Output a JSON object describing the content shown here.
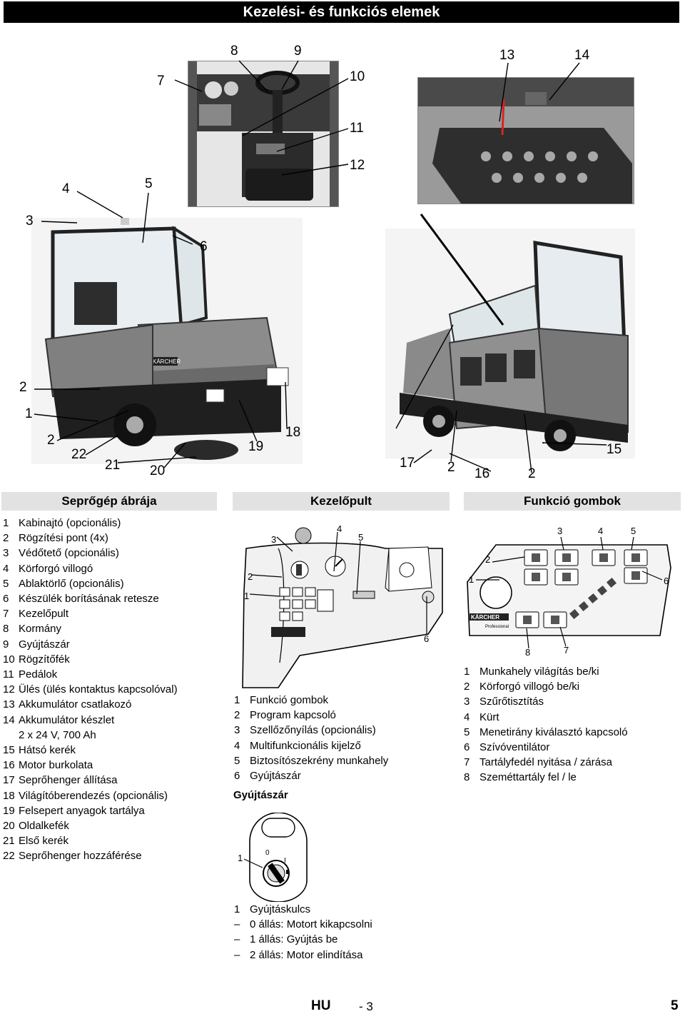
{
  "title": "Kezelési- és funkciós elemek",
  "callouts_top": {
    "c1": "1",
    "c2a": "2",
    "c2b": "2",
    "c2c": "2",
    "c2d": "2",
    "c3": "3",
    "c4": "4",
    "c5": "5",
    "c6": "6",
    "c7": "7",
    "c8": "8",
    "c9": "9",
    "c10": "10",
    "c11": "11",
    "c12": "12",
    "c13": "13",
    "c14": "14",
    "c15": "15",
    "c16": "16",
    "c17": "17",
    "c18": "18",
    "c19": "19",
    "c20": "20",
    "c21": "21",
    "c22": "22"
  },
  "sections": {
    "machine": {
      "header": "Seprőgép ábrája",
      "items": [
        {
          "n": "1",
          "t": "Kabinajtó (opcionális)"
        },
        {
          "n": "2",
          "t": "Rögzítési pont (4x)"
        },
        {
          "n": "3",
          "t": "Védőtető (opcionális)"
        },
        {
          "n": "4",
          "t": "Körforgó villogó"
        },
        {
          "n": "5",
          "t": "Ablaktörlő (opcionális)"
        },
        {
          "n": "6",
          "t": "Készülék borításának retesze"
        },
        {
          "n": "7",
          "t": "Kezelőpult"
        },
        {
          "n": "8",
          "t": "Kormány"
        },
        {
          "n": "9",
          "t": "Gyújtászár"
        },
        {
          "n": "10",
          "t": "Rögzítőfék"
        },
        {
          "n": "11",
          "t": "Pedálok"
        },
        {
          "n": "12",
          "t": "Ülés (ülés kontaktus kapcsolóval)"
        },
        {
          "n": "13",
          "t": "Akkumulátor csatlakozó"
        },
        {
          "n": "14",
          "t": "Akkumulátor készlet"
        },
        {
          "n": "",
          "t": "2 x 24 V, 700 Ah"
        },
        {
          "n": "15",
          "t": "Hátsó kerék"
        },
        {
          "n": "16",
          "t": "Motor burkolata"
        },
        {
          "n": "17",
          "t": "Seprőhenger állítása"
        },
        {
          "n": "18",
          "t": "Világítóberendezés (opcionális)"
        },
        {
          "n": "19",
          "t": "Felsepert anyagok tartálya"
        },
        {
          "n": "20",
          "t": "Oldalkefék"
        },
        {
          "n": "21",
          "t": "Első kerék"
        },
        {
          "n": "22",
          "t": "Seprőhenger hozzáférése"
        }
      ]
    },
    "panel": {
      "header": "Kezelőpult",
      "callouts": {
        "p1": "1",
        "p2": "2",
        "p3": "3",
        "p4": "4",
        "p5": "5",
        "p6": "6"
      },
      "items": [
        {
          "n": "1",
          "t": "Funkció gombok"
        },
        {
          "n": "2",
          "t": "Program kapcsoló"
        },
        {
          "n": "3",
          "t": "Szellőzőnyílás (opcionális)"
        },
        {
          "n": "4",
          "t": "Multifunkcionális kijelző"
        },
        {
          "n": "5",
          "t": "Biztosítószekrény munkahely"
        },
        {
          "n": "6",
          "t": "Gyújtászár"
        }
      ],
      "ignition_heading": "Gyújtászár",
      "ignition_callout": "1",
      "ignition_marks": {
        "m0": "0",
        "m1": "I"
      },
      "ignition_items": [
        {
          "n": "1",
          "t": "Gyújtáskulcs"
        },
        {
          "n": "–",
          "t": "0 állás: Motort kikapcsolni"
        },
        {
          "n": "–",
          "t": "1 állás: Gyújtás be"
        },
        {
          "n": "–",
          "t": "2 állás: Motor elindítása"
        }
      ]
    },
    "buttons": {
      "header": "Funkció gombok",
      "callouts": {
        "b1": "1",
        "b2": "2",
        "b3": "3",
        "b4": "4",
        "b5": "5",
        "b6": "6",
        "b7": "7",
        "b8": "8"
      },
      "brand": "KÄRCHER",
      "brand_sub": "Professional",
      "items": [
        {
          "n": "1",
          "t": "Munkahely világítás be/ki"
        },
        {
          "n": "2",
          "t": "Körforgó villogó be/ki"
        },
        {
          "n": "3",
          "t": "Szűrőtisztítás"
        },
        {
          "n": "4",
          "t": "Kürt"
        },
        {
          "n": "5",
          "t": "Menetirány kiválasztó kapcsoló"
        },
        {
          "n": "6",
          "t": "Szívóventilátor"
        },
        {
          "n": "7",
          "t": "Tartályfedél nyitása / zárása"
        },
        {
          "n": "8",
          "t": "Szeméttartály fel / le"
        }
      ]
    }
  },
  "photo_labels": {
    "brand": "KÄRCHER"
  },
  "footer": {
    "lang": "HU",
    "page": "- 3",
    "num": "5"
  }
}
